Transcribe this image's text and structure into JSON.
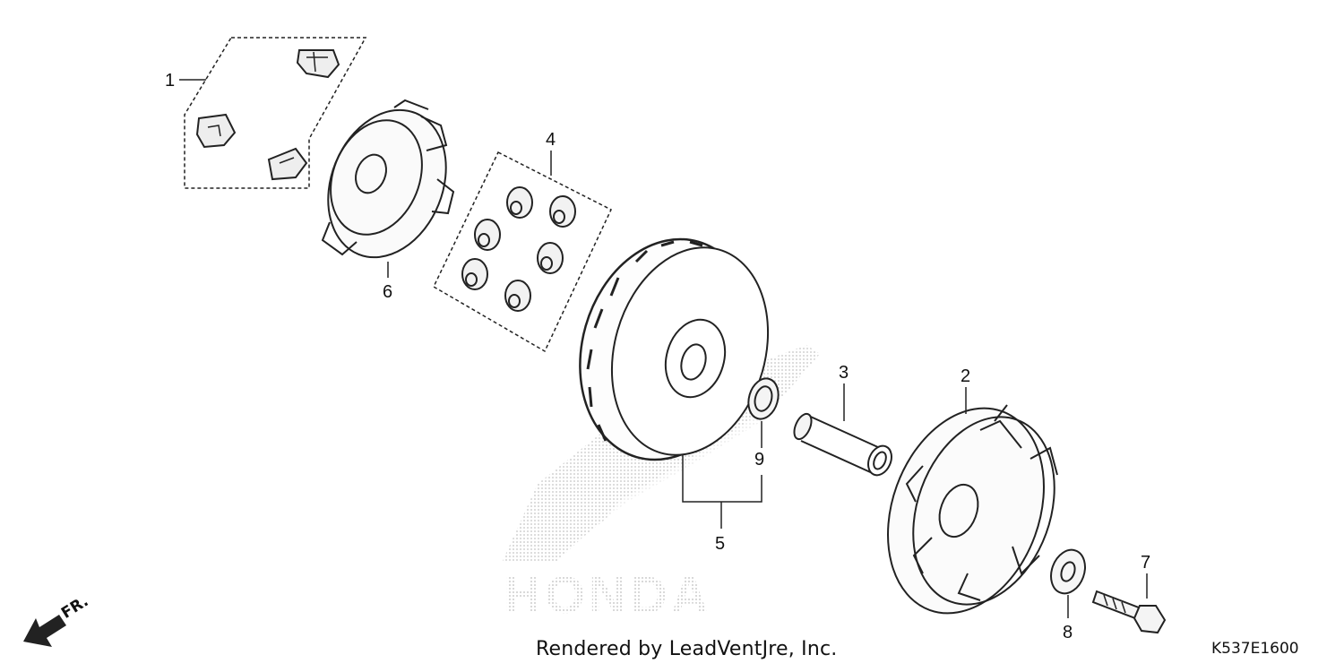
{
  "diagram": {
    "watermark_text": "HONDA",
    "callouts": [
      {
        "id": "c1",
        "label": "1"
      },
      {
        "id": "c2",
        "label": "2"
      },
      {
        "id": "c3",
        "label": "3"
      },
      {
        "id": "c4",
        "label": "4"
      },
      {
        "id": "c5",
        "label": "5"
      },
      {
        "id": "c6",
        "label": "6"
      },
      {
        "id": "c7",
        "label": "7"
      },
      {
        "id": "c8",
        "label": "8"
      },
      {
        "id": "c9",
        "label": "9"
      }
    ],
    "direction_label": "FR.",
    "credit": "Rendered by LeadVentJre, Inc.",
    "diagram_code": "K537E1600"
  },
  "colors": {
    "line": "#222222",
    "watermark": "#c8c8c8"
  }
}
